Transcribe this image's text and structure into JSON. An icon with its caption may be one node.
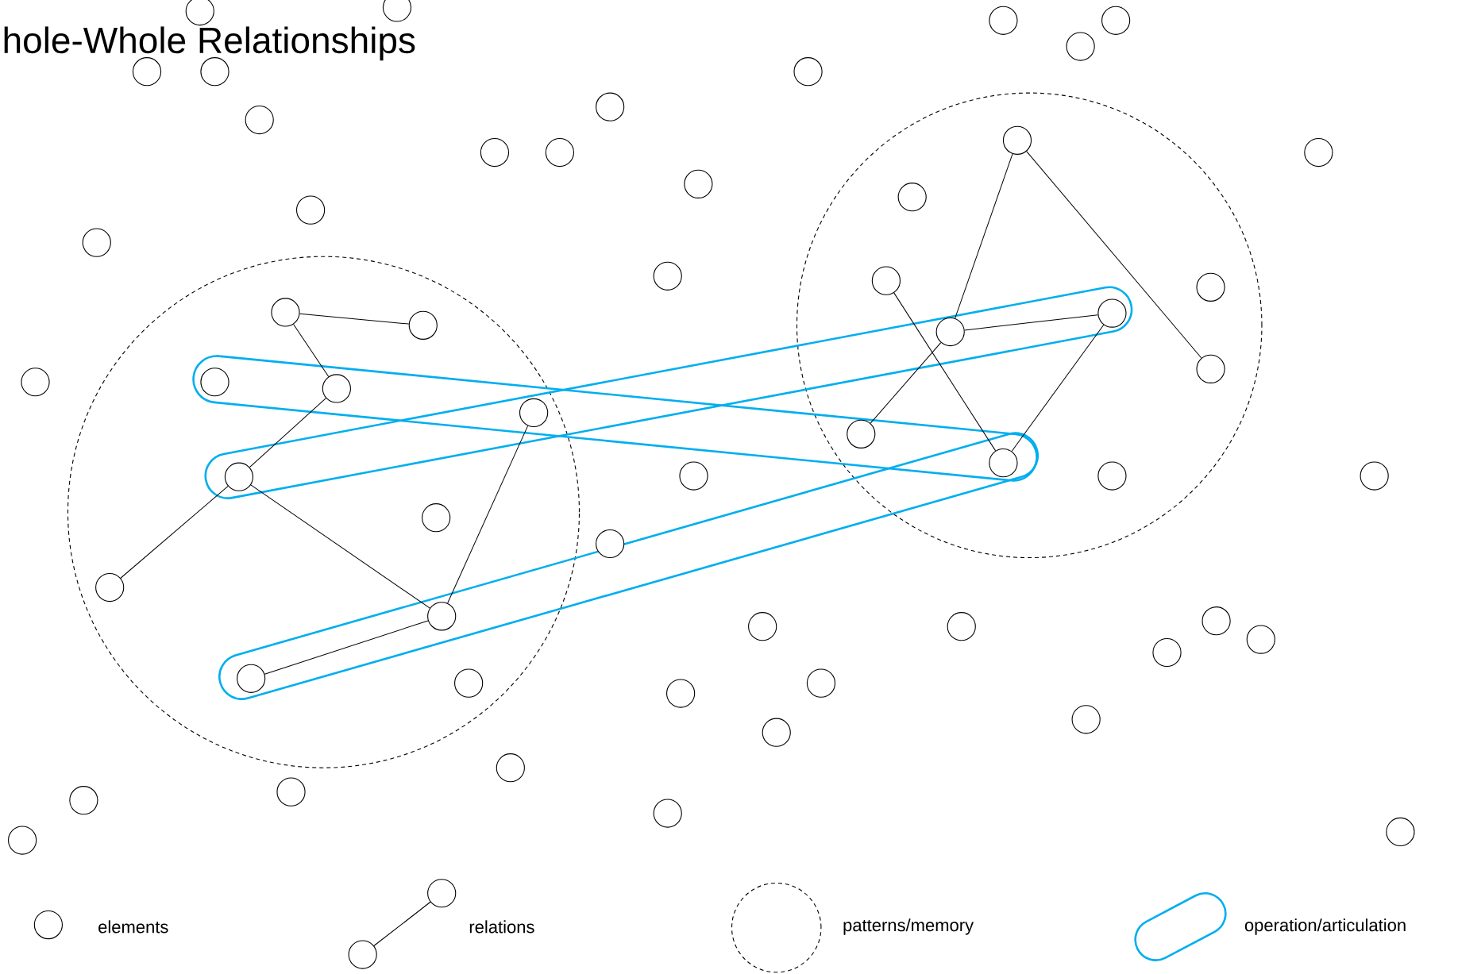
{
  "diagram": {
    "title": "hole-Whole Relationships",
    "nodes": [
      {
        "text": [],
        "shape": "circle"
      },
      {
        "text": [],
        "shape": "circle"
      },
      {
        "text": [],
        "shape": "circle"
      },
      {
        "text": [],
        "shape": "circle"
      },
      {
        "text": [],
        "shape": "circle"
      },
      {
        "text": [],
        "shape": "circle"
      },
      {
        "text": [],
        "shape": "circle"
      },
      {
        "text": [],
        "shape": "circle"
      },
      {
        "text": [],
        "shape": "circle"
      },
      {
        "text": [],
        "shape": "circle"
      },
      {
        "text": [],
        "shape": "circle"
      },
      {
        "text": [],
        "shape": "circle"
      },
      {
        "text": [],
        "shape": "circle"
      },
      {
        "text": [],
        "shape": "circle"
      },
      {
        "text": [],
        "shape": "circle"
      },
      {
        "text": [],
        "shape": "circle"
      },
      {
        "text": [],
        "shape": "circle"
      },
      {
        "text": [],
        "shape": "circle"
      },
      {
        "text": [],
        "shape": "circle"
      },
      {
        "text": [],
        "shape": "circle"
      },
      {
        "text": [],
        "shape": "circle"
      },
      {
        "text": [],
        "shape": "circle"
      },
      {
        "text": [],
        "shape": "circle"
      },
      {
        "text": [],
        "shape": "circle"
      },
      {
        "text": [],
        "shape": "circle"
      },
      {
        "text": [],
        "shape": "circle"
      },
      {
        "text": [],
        "shape": "circle"
      },
      {
        "text": [],
        "shape": "circle"
      },
      {
        "text": [],
        "shape": "circle"
      },
      {
        "text": [],
        "shape": "circle"
      },
      {
        "text": [],
        "shape": "circle"
      },
      {
        "text": [],
        "shape": "circle"
      },
      {
        "text": [],
        "shape": "circle"
      },
      {
        "text": [],
        "shape": "circle"
      },
      {
        "text": [],
        "shape": "circle"
      },
      {
        "text": [],
        "shape": "circle"
      },
      {
        "text": [],
        "shape": "circle"
      },
      {
        "text": [],
        "shape": "circle"
      },
      {
        "text": [],
        "shape": "circle"
      },
      {
        "text": [],
        "shape": "circle"
      },
      {
        "text": [],
        "shape": "circle"
      },
      {
        "text": [],
        "shape": "circle"
      },
      {
        "text": [],
        "shape": "circle"
      },
      {
        "text": [],
        "shape": "circle"
      },
      {
        "text": [],
        "shape": "circle"
      },
      {
        "text": [],
        "shape": "circle"
      },
      {
        "text": [],
        "shape": "circle"
      },
      {
        "text": [],
        "shape": "circle"
      },
      {
        "text": [],
        "shape": "circle"
      },
      {
        "text": [],
        "shape": "circle"
      },
      {
        "text": [],
        "shape": "circle"
      },
      {
        "text": [],
        "shape": "circle"
      },
      {
        "text": [],
        "shape": "circle"
      },
      {
        "text": [],
        "shape": "circle"
      },
      {
        "text": [],
        "shape": "circle"
      },
      {
        "text": [],
        "shape": "circle"
      },
      {
        "text": [],
        "shape": "circle"
      }
    ],
    "edges": [
      {
        "from": 21,
        "to": 23,
        "arrow": "none"
      },
      {
        "from": 21,
        "to": 28,
        "arrow": "none"
      },
      {
        "from": 28,
        "to": 33,
        "arrow": "none"
      },
      {
        "from": 33,
        "to": 38,
        "arrow": "none"
      },
      {
        "from": 33,
        "to": 39,
        "arrow": "none"
      },
      {
        "from": 29,
        "to": 39,
        "arrow": "none"
      },
      {
        "from": 39,
        "to": 45,
        "arrow": "none"
      },
      {
        "from": 10,
        "to": 24,
        "arrow": "none"
      },
      {
        "from": 10,
        "to": 25,
        "arrow": "none"
      },
      {
        "from": 19,
        "to": 31,
        "arrow": "none"
      },
      {
        "from": 24,
        "to": 22,
        "arrow": "none"
      },
      {
        "from": 24,
        "to": 30,
        "arrow": "none"
      },
      {
        "from": 22,
        "to": 31,
        "arrow": "none"
      }
    ],
    "legend": [
      {
        "text": "elements"
      },
      {
        "text": "relations"
      },
      {
        "text": "patterns/memory"
      },
      {
        "text": "operation/articulation"
      }
    ]
  }
}
